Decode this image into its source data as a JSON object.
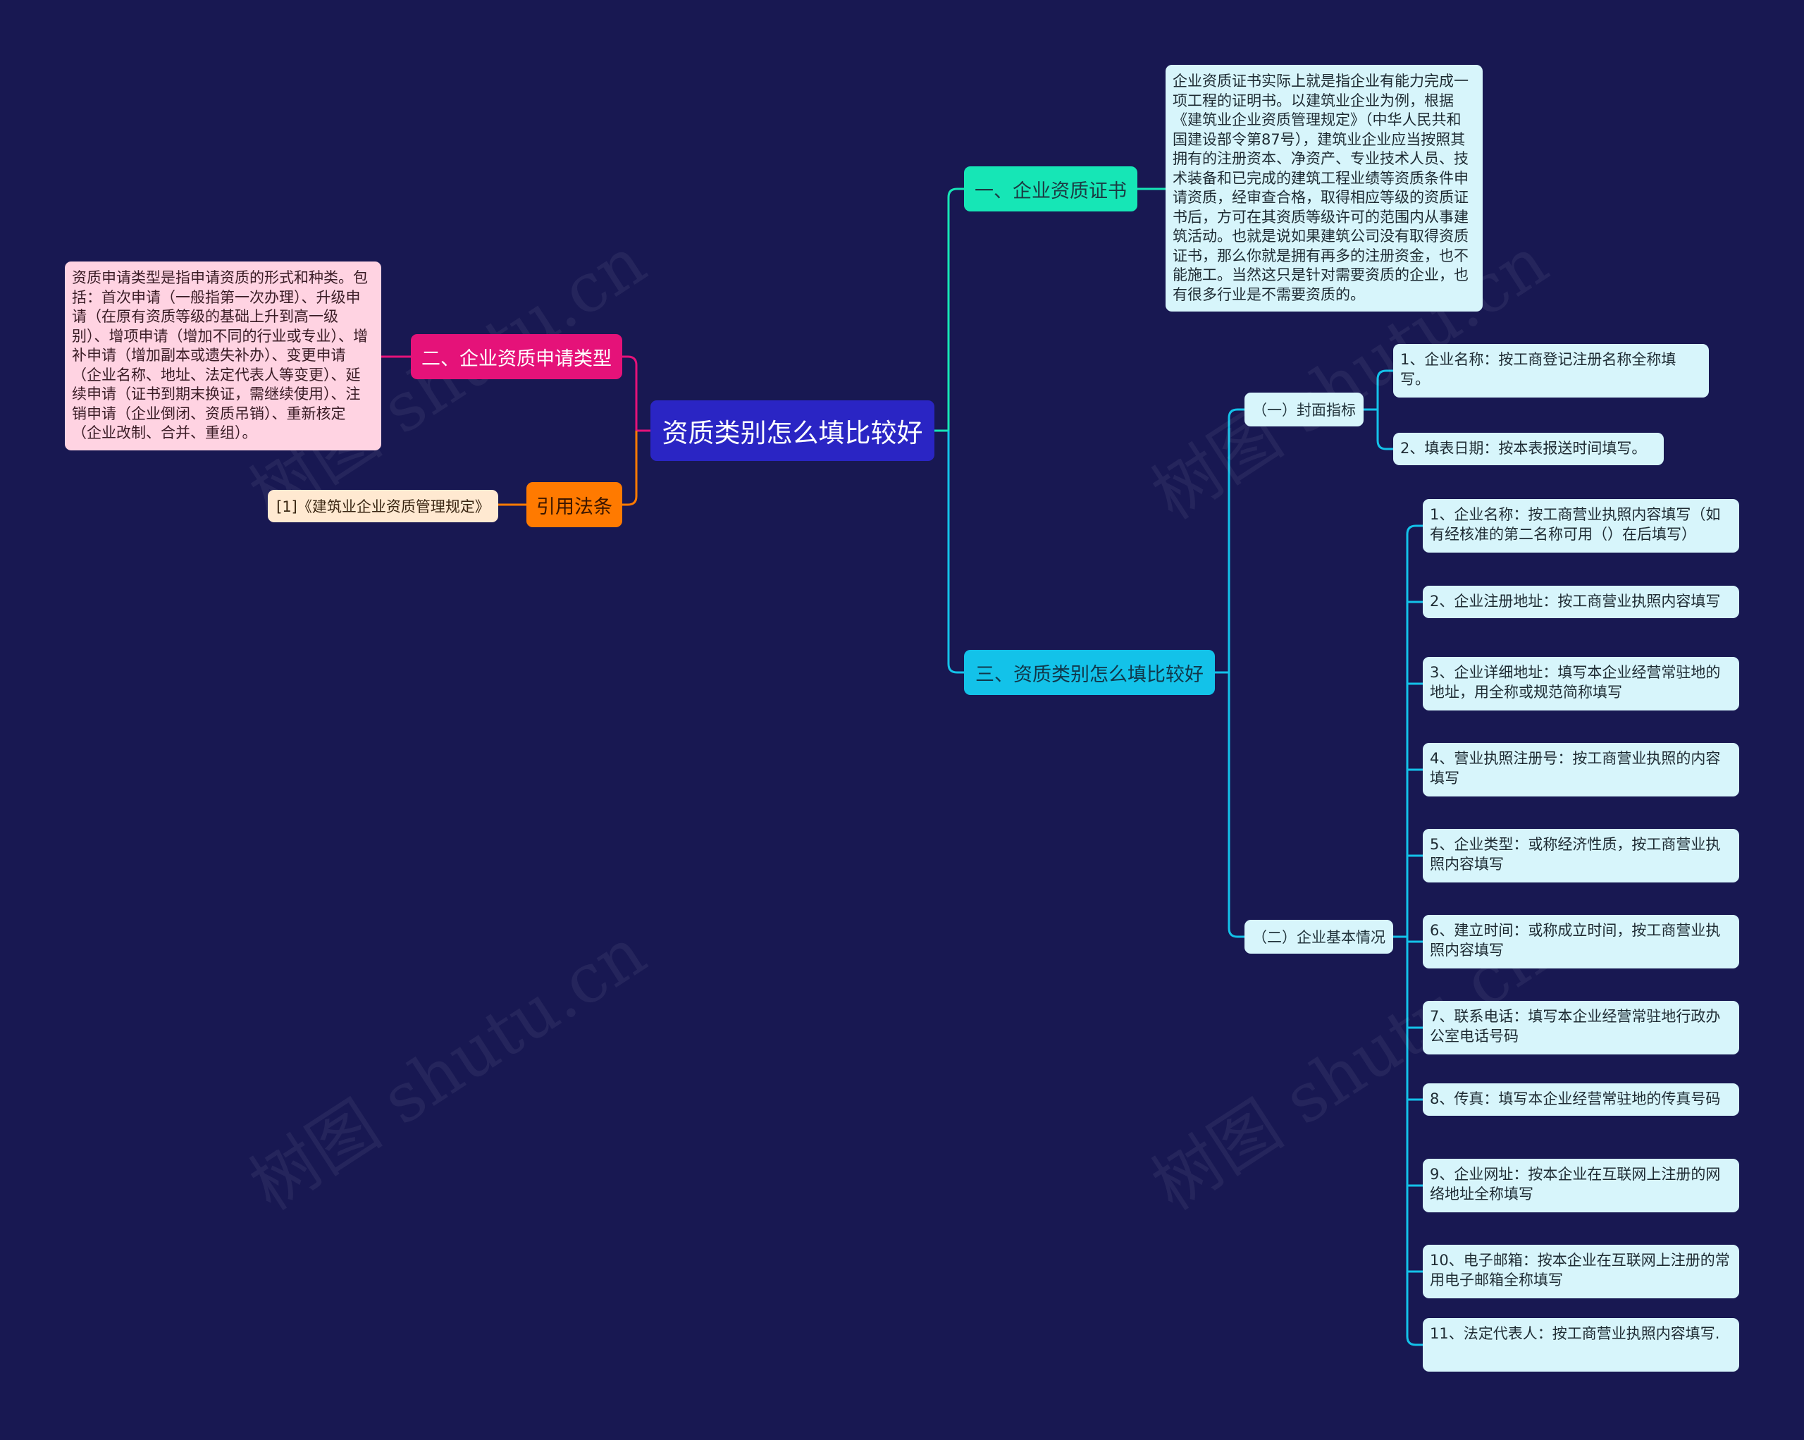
{
  "watermark": "树图 shutu.cn",
  "colors": {
    "background": "#181852",
    "root": "#2a25c4",
    "branch1": "#16e6b6",
    "branch3": "#13c2e9",
    "branch2": "#e51279",
    "branch_ref": "#ff7a00",
    "leaf": "#d7f5fb",
    "leaf_pink": "#ffd3e2",
    "leaf_ref": "#ffe9d1"
  },
  "root": {
    "title": "资质类别怎么填比较好"
  },
  "b1": {
    "label": "一、企业资质证书",
    "text": "企业资质证书实际上就是指企业有能力完成一项工程的证明书。以建筑业企业为例，根据《建筑业企业资质管理规定》（中华人民共和国建设部令第87号），建筑业企业应当按照其拥有的注册资本、净资产、专业技术人员、技术装备和已完成的建筑工程业绩等资质条件申请资质，经审查合格，取得相应等级的资质证书后，方可在其资质等级许可的范围内从事建筑活动。也就是说如果建筑公司没有取得资质证书，那么你就是拥有再多的注册资金，也不能施工。当然这只是针对需要资质的企业，也有很多行业是不需要资质的。"
  },
  "b3": {
    "label": "三、资质类别怎么填比较好",
    "cover": {
      "label": "（一）封面指标",
      "items": [
        "1、企业名称：按工商登记注册名称全称填写。",
        "2、填表日期：按本表报送时间填写。"
      ]
    },
    "basic": {
      "label": "（二）企业基本情况",
      "items": [
        "1、企业名称：按工商营业执照内容填写（如有经核准的第二名称可用（）在后填写）",
        "2、企业注册地址：按工商营业执照内容填写",
        "3、企业详细地址：填写本企业经营常驻地的地址，用全称或规范简称填写",
        "4、营业执照注册号：按工商营业执照的内容填写",
        "5、企业类型：或称经济性质，按工商营业执照内容填写",
        "6、建立时间：或称成立时间，按工商营业执照内容填写",
        "7、联系电话：填写本企业经营常驻地行政办公室电话号码",
        "8、传真：填写本企业经营常驻地的传真号码",
        "9、企业网址：按本企业在互联网上注册的网络地址全称填写",
        "10、电子邮箱：按本企业在互联网上注册的常用电子邮箱全称填写",
        "11、法定代表人：按工商营业执照内容填写."
      ]
    }
  },
  "b2": {
    "label": "二、企业资质申请类型",
    "text": "资质申请类型是指申请资质的形式和种类。包括：首次申请（一般指第一次办理）、升级申请（在原有资质等级的基础上升到高一级别）、增项申请（增加不同的行业或专业）、增补申请（增加副本或遗失补办）、变更申请（企业名称、地址、法定代表人等变更）、延续申请（证书到期末换证，需继续使用）、注销申请（企业倒闭、资质吊销）、重新核定（企业改制、合并、重组）。"
  },
  "ref": {
    "label": "引用法条",
    "item": "[1]《建筑业企业资质管理规定》"
  }
}
